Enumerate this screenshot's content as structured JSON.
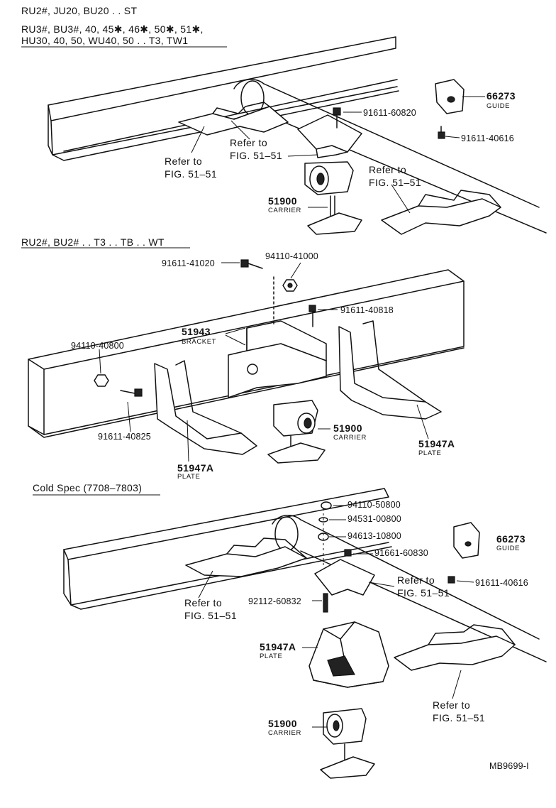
{
  "sections": [
    {
      "header_line1": "RU2#, JU20, BU20 . . ST",
      "header_line2": "RU3#, BU3#, 40, 45✱, 46✱, 50✱, 51✱,",
      "header_line3": "HU30, 40, 50, WU40, 50 . . T3, TW1",
      "labels": {
        "p66273": "66273",
        "p66273_name": "GUIDE",
        "p91611_60820": "91611-60820",
        "p91611_40616": "91611-40616",
        "refer_a1": "Refer to",
        "refer_a2": "FIG. 51–51",
        "refer_b1": "Refer to",
        "refer_b2": "FIG. 51–51",
        "refer_c1": "Refer to",
        "refer_c2": "FIG. 51–51",
        "p51900": "51900",
        "p51900_name": "CARRIER"
      }
    },
    {
      "header": "RU2#, BU2# . . T3 . . TB . . WT",
      "labels": {
        "p91611_41020": "91611-41020",
        "p94110_41000": "94110-41000",
        "p91611_40818": "91611-40818",
        "p51943": "51943",
        "p51943_name": "BRACKET",
        "p94110_40800": "94110-40800",
        "p91611_40825": "91611-40825",
        "p51900": "51900",
        "p51900_name": "CARRIER",
        "p51947a_left": "51947A",
        "p51947a_left_name": "PLATE",
        "p51947a_right": "51947A",
        "p51947a_right_name": "PLATE"
      }
    },
    {
      "header": "Cold Spec (7708–7803)",
      "labels": {
        "p94110_50800": "94110-50800",
        "p94531_00800": "94531-00800",
        "p94613_10800": "94613-10800",
        "p91661_60830": "91661-60830",
        "p66273": "66273",
        "p66273_name": "GUIDE",
        "p91611_40616": "91611-40616",
        "refer_a1": "Refer to",
        "refer_a2": "FIG. 51–51",
        "refer_b1": "Refer to",
        "refer_b2": "FIG. 51–51",
        "refer_c1": "Refer to",
        "refer_c2": "FIG. 51–51",
        "p92112_60832": "92112-60832",
        "p51947a": "51947A",
        "p51947a_name": "PLATE",
        "p51900": "51900",
        "p51900_name": "CARRIER"
      }
    }
  ],
  "figure_code": "MB9699-I"
}
